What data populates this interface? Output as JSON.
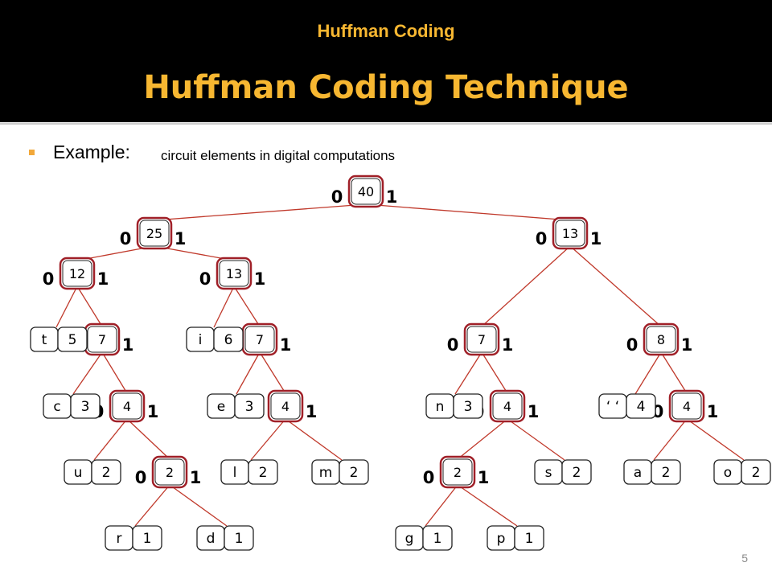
{
  "slide": {
    "subtitle": "Huffman Coding",
    "title": "Huffman Coding Technique",
    "example_label": "Example:",
    "example_text": "circuit elements in digital computations",
    "page_number": "5"
  },
  "colors": {
    "header_bg": "#000000",
    "title": "#f7b731",
    "bullet": "#f2a83a",
    "node_border": "#a02028",
    "edge": "#c0392b"
  },
  "tree": {
    "nodes": [
      {
        "id": "n40",
        "value": "40"
      },
      {
        "id": "n25",
        "value": "25"
      },
      {
        "id": "n13r",
        "value": "13"
      },
      {
        "id": "n12",
        "value": "12"
      },
      {
        "id": "n13l",
        "value": "13"
      },
      {
        "id": "n7a",
        "value": "7"
      },
      {
        "id": "n7b",
        "value": "7"
      },
      {
        "id": "n7c",
        "value": "7"
      },
      {
        "id": "n8",
        "value": "8"
      },
      {
        "id": "n4a",
        "value": "4"
      },
      {
        "id": "n4b",
        "value": "4"
      },
      {
        "id": "n4c",
        "value": "4"
      },
      {
        "id": "n4d",
        "value": "4"
      },
      {
        "id": "n2a",
        "value": "2"
      },
      {
        "id": "n2b",
        "value": "2"
      }
    ],
    "leaves": [
      {
        "id": "t",
        "symbol": "t",
        "count": "5"
      },
      {
        "id": "i",
        "symbol": "i",
        "count": "6"
      },
      {
        "id": "c",
        "symbol": "c",
        "count": "3"
      },
      {
        "id": "e",
        "symbol": "e",
        "count": "3"
      },
      {
        "id": "n",
        "symbol": "n",
        "count": "3"
      },
      {
        "id": "space",
        "symbol": "‘ ‘",
        "count": "4"
      },
      {
        "id": "u",
        "symbol": "u",
        "count": "2"
      },
      {
        "id": "l",
        "symbol": "l",
        "count": "2"
      },
      {
        "id": "m",
        "symbol": "m",
        "count": "2"
      },
      {
        "id": "s",
        "symbol": "s",
        "count": "2"
      },
      {
        "id": "a",
        "symbol": "a",
        "count": "2"
      },
      {
        "id": "o",
        "symbol": "o",
        "count": "2"
      },
      {
        "id": "r",
        "symbol": "r",
        "count": "1"
      },
      {
        "id": "d",
        "symbol": "d",
        "count": "1"
      },
      {
        "id": "g",
        "symbol": "g",
        "count": "1"
      },
      {
        "id": "p",
        "symbol": "p",
        "count": "1"
      }
    ],
    "edges": [
      {
        "from": "n40",
        "to": "n25",
        "bit": "0"
      },
      {
        "from": "n40",
        "to": "n13r",
        "bit": "1"
      },
      {
        "from": "n25",
        "to": "n12",
        "bit": "0"
      },
      {
        "from": "n25",
        "to": "n13l",
        "bit": "1"
      },
      {
        "from": "n12",
        "to": "t",
        "bit": "0"
      },
      {
        "from": "n12",
        "to": "n7a",
        "bit": "1"
      },
      {
        "from": "n13l",
        "to": "i",
        "bit": "0"
      },
      {
        "from": "n13l",
        "to": "n7b",
        "bit": "1"
      },
      {
        "from": "n7a",
        "to": "c",
        "bit": "0"
      },
      {
        "from": "n7a",
        "to": "n4a",
        "bit": "1"
      },
      {
        "from": "n7b",
        "to": "e",
        "bit": "0"
      },
      {
        "from": "n7b",
        "to": "n4b",
        "bit": "1"
      },
      {
        "from": "n4a",
        "to": "u",
        "bit": "0"
      },
      {
        "from": "n4a",
        "to": "n2a",
        "bit": "1"
      },
      {
        "from": "n4b",
        "to": "l",
        "bit": "0"
      },
      {
        "from": "n4b",
        "to": "m",
        "bit": "1"
      },
      {
        "from": "n2a",
        "to": "r",
        "bit": "0"
      },
      {
        "from": "n2a",
        "to": "d",
        "bit": "1"
      },
      {
        "from": "n13r",
        "to": "n7c",
        "bit": "0"
      },
      {
        "from": "n13r",
        "to": "n8",
        "bit": "1"
      },
      {
        "from": "n7c",
        "to": "n",
        "bit": "0"
      },
      {
        "from": "n7c",
        "to": "n4c",
        "bit": "1"
      },
      {
        "from": "n8",
        "to": "space",
        "bit": "0"
      },
      {
        "from": "n8",
        "to": "n4d",
        "bit": "1"
      },
      {
        "from": "n4c",
        "to": "n2b",
        "bit": "0"
      },
      {
        "from": "n4c",
        "to": "s",
        "bit": "1"
      },
      {
        "from": "n4d",
        "to": "a",
        "bit": "0"
      },
      {
        "from": "n4d",
        "to": "o",
        "bit": "1"
      },
      {
        "from": "n2b",
        "to": "g",
        "bit": "0"
      },
      {
        "from": "n2b",
        "to": "p",
        "bit": "1"
      }
    ]
  }
}
